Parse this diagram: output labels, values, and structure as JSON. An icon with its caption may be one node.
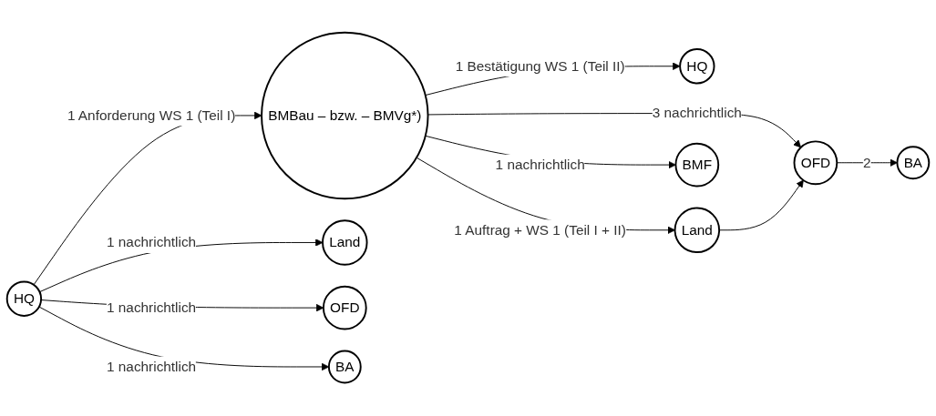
{
  "diagram": {
    "nodes": [
      {
        "text": [
          "HQ"
        ]
      },
      {
        "text": [
          "BMBau – bzw. – BMVg*)"
        ]
      },
      {
        "text": [
          "Land"
        ]
      },
      {
        "text": [
          "OFD"
        ]
      },
      {
        "text": [
          "BA"
        ]
      },
      {
        "text": [
          "HQ"
        ]
      },
      {
        "text": [
          "Land"
        ]
      },
      {
        "text": [
          "OFD"
        ]
      },
      {
        "text": [
          "BMF"
        ]
      },
      {
        "text": [
          "BA"
        ]
      }
    ],
    "edges": [
      {
        "from": 0,
        "to": 1,
        "arrow": "to",
        "label": "1 Anforderung WS 1 (Teil I)"
      },
      {
        "from": 0,
        "to": 2,
        "arrow": "to",
        "label": "1 nachrichtlich"
      },
      {
        "from": 0,
        "to": 3,
        "arrow": "to",
        "label": "1 nachrichtlich"
      },
      {
        "from": 0,
        "to": 4,
        "arrow": "to",
        "label": "1 nachrichtlich"
      },
      {
        "from": 1,
        "to": 5,
        "arrow": "to",
        "label": "1 Bestätigung WS 1 (Teil II)"
      },
      {
        "from": 1,
        "to": 6,
        "arrow": "to",
        "label": "1 Auftrag + WS 1 (Teil I + II)"
      },
      {
        "from": 1,
        "to": 7,
        "arrow": "to",
        "label": "3 nachrichtlich"
      },
      {
        "from": 1,
        "to": 8,
        "arrow": "to",
        "label": "1 nachrichtlich"
      },
      {
        "from": 6,
        "to": 7,
        "arrow": "to"
      },
      {
        "from": 7,
        "to": 9,
        "arrow": "to",
        "label": "2"
      }
    ]
  }
}
